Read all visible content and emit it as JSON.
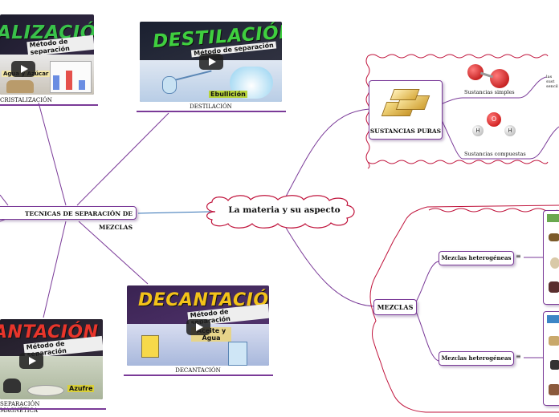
{
  "central": {
    "label": "La materia y su aspecto"
  },
  "techniques": {
    "label": "TECNICAS DE SEPARACIÓN DE MEZCLAS",
    "items": [
      {
        "caption": "CRISTALIZACIÓN",
        "title": "ALIZACIÓN",
        "subtitle": "Método de separación",
        "note": "Agua y Azúcar",
        "color": "#39c24a"
      },
      {
        "caption": "DESTILACIÓN",
        "title": "DESTILACIÓN",
        "subtitle": "Método de separación",
        "note": "Ebullición",
        "color": "#3fcf3f"
      },
      {
        "caption": "DECANTACIÓN",
        "title": "DECANTACIÓN",
        "subtitle": "Método de separación",
        "note": "Aceite y Agua",
        "color": "#f3c21a"
      },
      {
        "caption": "SEPARACIÓN MAGNÉTICA",
        "title": "ANTACIÓN",
        "subtitle": "Método de separación",
        "note": "Azufre",
        "color": "#e8352b"
      }
    ]
  },
  "sustancias": {
    "label": "SUSTANCIAS PURAS",
    "simples": "Sustancias simples",
    "compuestas": "Sustancias compuestas",
    "note": "las sust sencil"
  },
  "mezclas": {
    "label": "MEZCLAS",
    "items": [
      "Mezclas heterogéneas",
      "Mezclas heterogéneas"
    ],
    "menu_icon": "≡"
  },
  "colors": {
    "accent": "#7a3a98",
    "cloud": "#c0143c",
    "line_blue": "#2f6fb3"
  }
}
